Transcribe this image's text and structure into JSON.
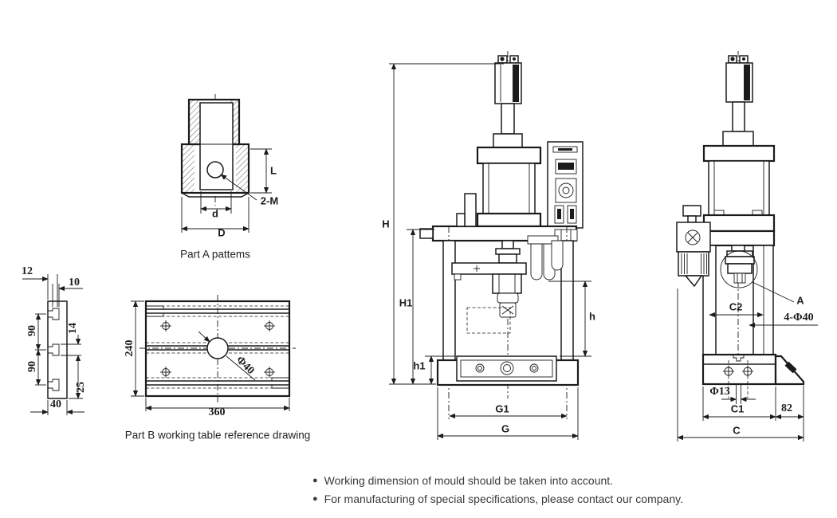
{
  "part_a": {
    "caption": "Part A pattems",
    "dim_L": "L",
    "dim_d": "d",
    "dim_D": "D",
    "dim_thread": "2-M"
  },
  "part_b": {
    "caption": "Part B working table reference drawing",
    "dim_12": "12",
    "dim_10": "10",
    "dim_90_upper": "90",
    "dim_90_lower": "90",
    "dim_14": "14",
    "dim_25": "25",
    "dim_40": "40",
    "dim_240": "240",
    "dim_360": "360",
    "dim_hole": "Φ40"
  },
  "front_view": {
    "dim_H": "H",
    "dim_H1": "H1",
    "dim_h": "h",
    "dim_h1": "h1",
    "dim_G1": "G1",
    "dim_G": "G"
  },
  "side_view": {
    "dim_C2": "C2",
    "label_A": "A",
    "dim_columns": "4-Φ40",
    "dim_hole": "Φ13",
    "dim_C1": "C1",
    "dim_82": "82",
    "dim_C": "C"
  },
  "notes": {
    "bullet": "●",
    "line1": "Working dimension of mould should be taken into account.",
    "line2": "For manufacturing of special specifications, please contact our company."
  },
  "colors": {
    "line": "#1b1b1b",
    "text": "#3a3a3a"
  }
}
